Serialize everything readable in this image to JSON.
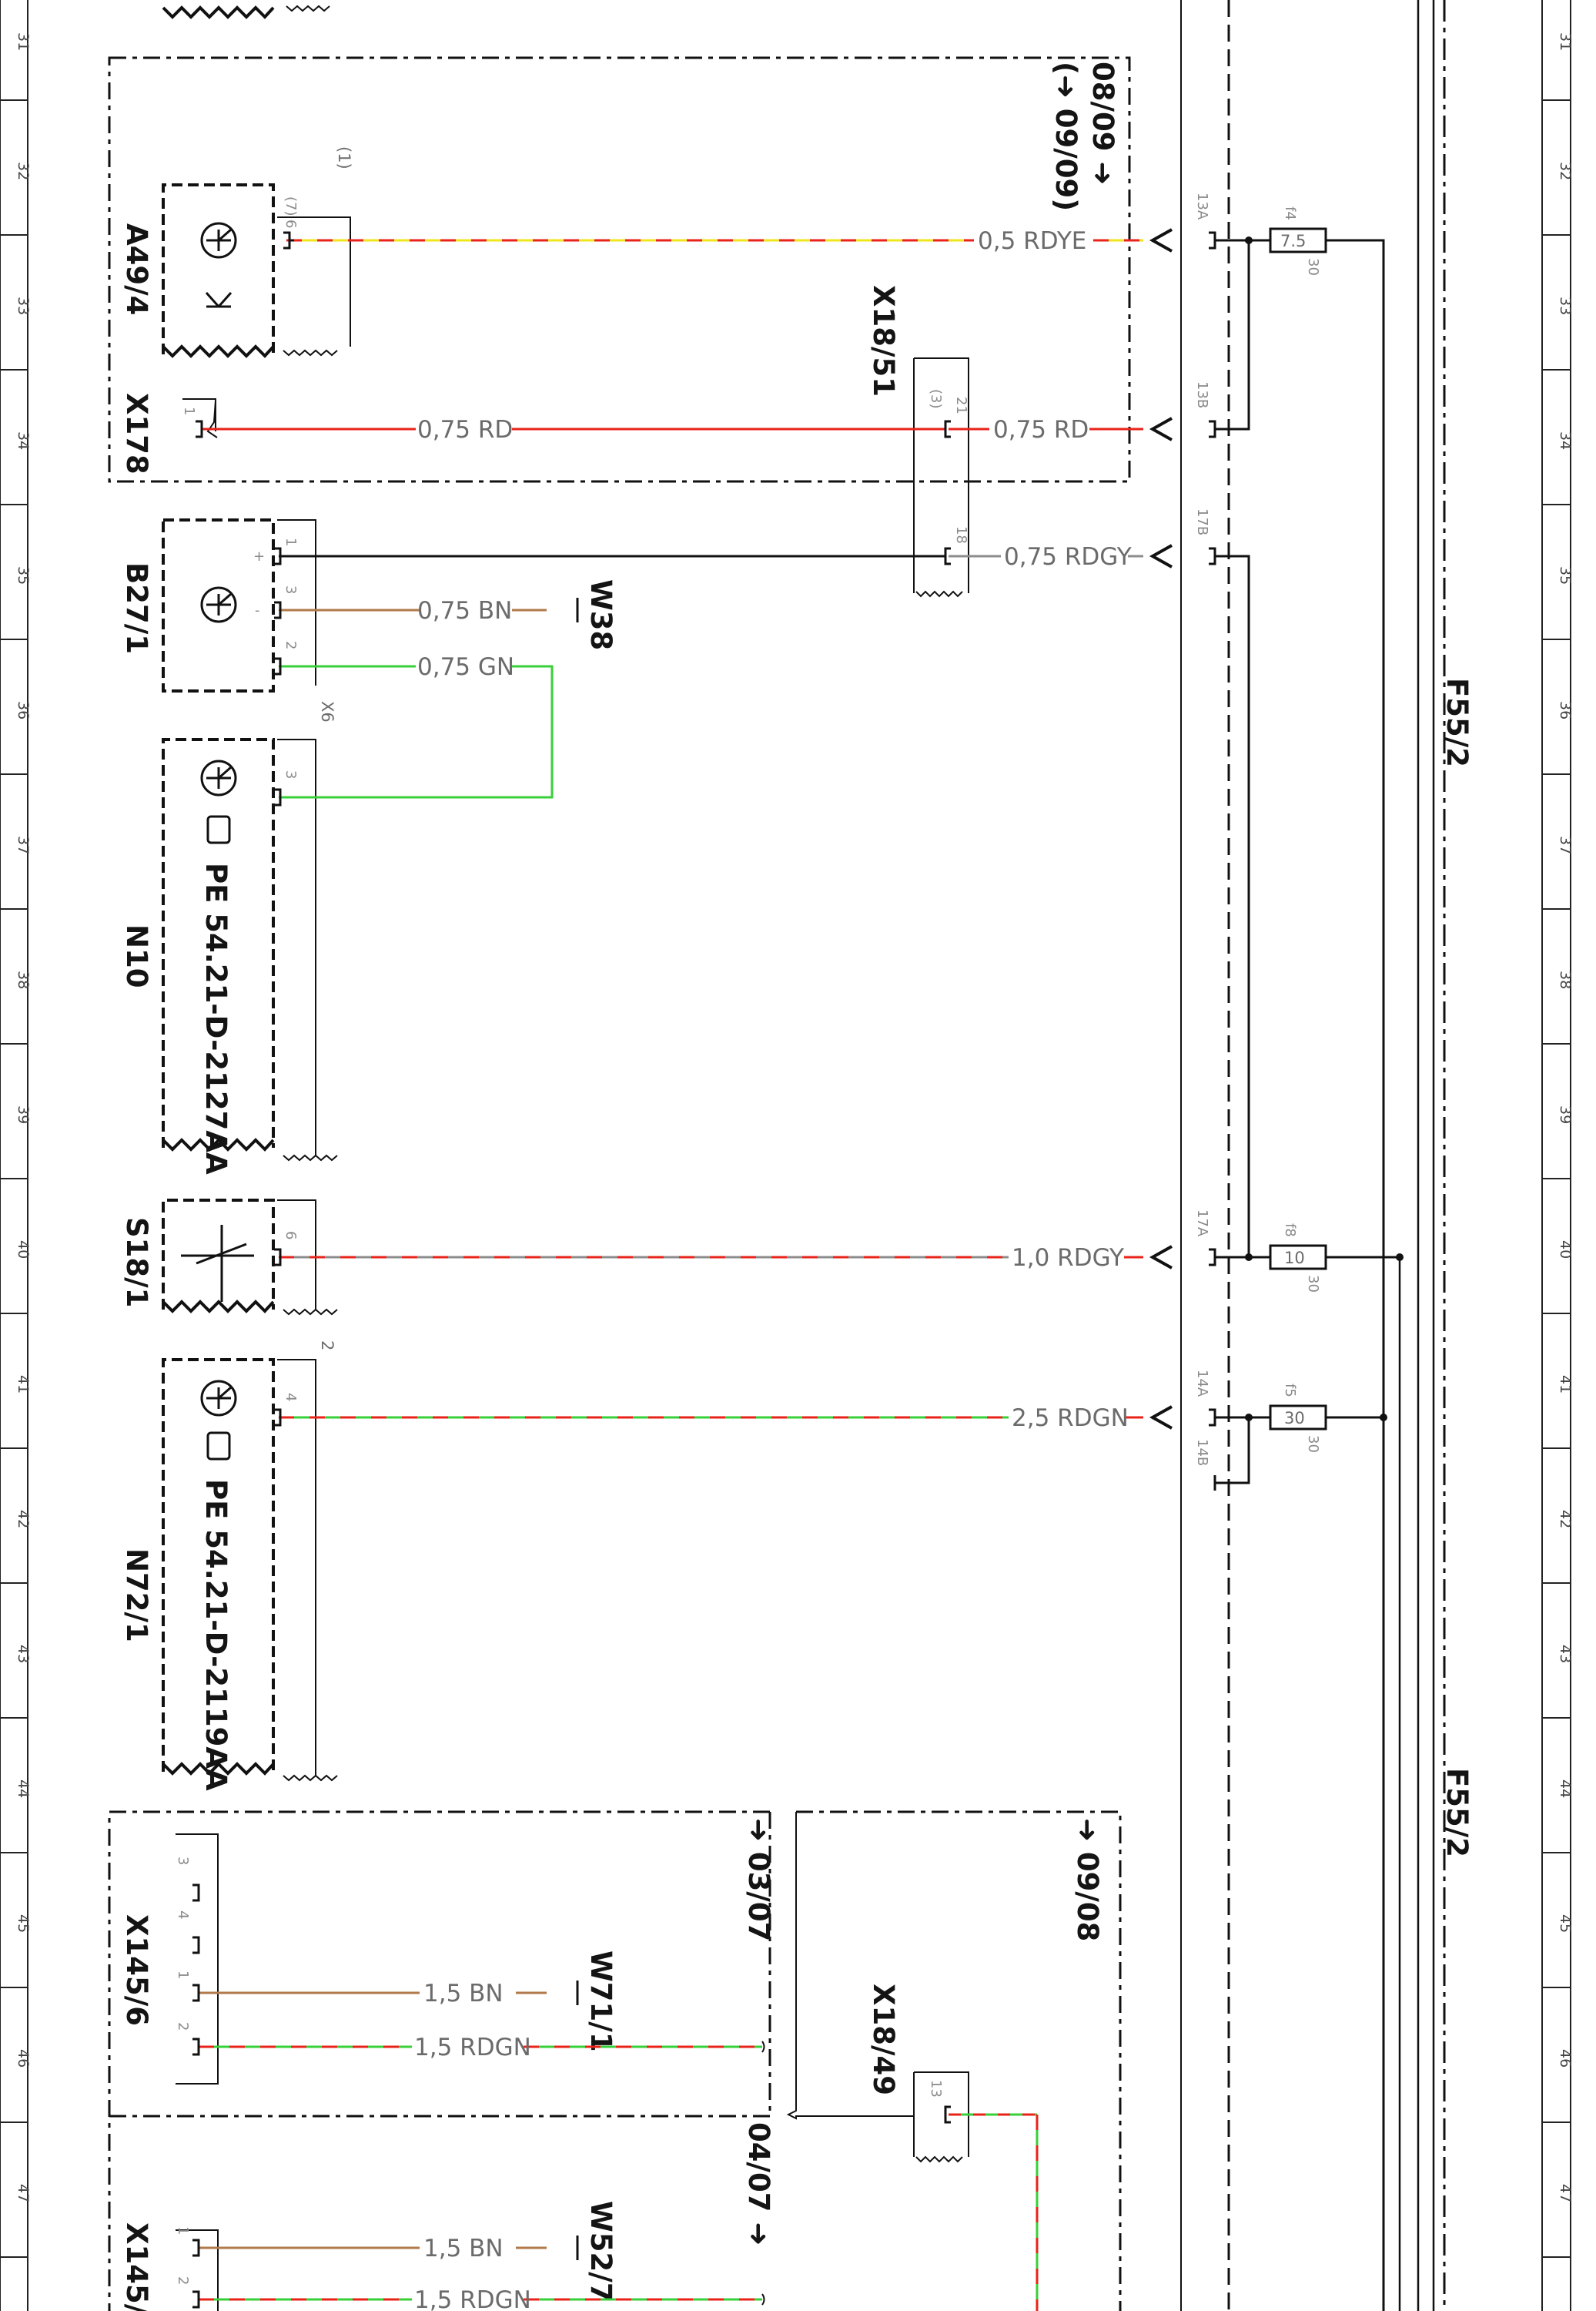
{
  "rulers": {
    "rows": [
      "31",
      "32",
      "33",
      "34",
      "35",
      "36",
      "37",
      "38",
      "39",
      "40",
      "41",
      "42",
      "43",
      "44",
      "45",
      "46",
      "47"
    ]
  },
  "components": {
    "a49_4": {
      "id": "A49/4",
      "pin_main": "6",
      "pin_alt": "(7)",
      "note": "(1)"
    },
    "x178": {
      "id": "X178",
      "pin": "1"
    },
    "x18_51": {
      "id": "X18/51",
      "pin_top": "21",
      "pin_top_alt": "(3)",
      "pin_bot": "18"
    },
    "b27_1": {
      "id": "B27/1",
      "pin1": "1",
      "pin3": "3",
      "pin2": "2",
      "sign_plus": "+",
      "sign_minus": "-"
    },
    "n10": {
      "id": "N10",
      "pin": "3",
      "tag": "X6",
      "pe": "PE 54.21-D-2127AA"
    },
    "s18_1": {
      "id": "S18/1",
      "pin": "6"
    },
    "n72_1": {
      "id": "N72/1",
      "pin": "4",
      "tag": "2",
      "pe": "PE 54.21-D-2119AA"
    },
    "x145_6": {
      "id": "X145/6",
      "pins": [
        "3",
        "4",
        "1",
        "2"
      ]
    },
    "x145_low": {
      "id": "X145/",
      "pins": [
        "1",
        "2"
      ]
    },
    "x18_49": {
      "id": "X18/49",
      "pin": "13"
    },
    "w38": {
      "id": "W38"
    },
    "w71_1": {
      "id": "W71/1"
    },
    "w52_7": {
      "id": "W52/7"
    },
    "f55_2": {
      "id": "F55/2"
    }
  },
  "refs": {
    "r1": "08/09 ➜",
    "r2": "(➜ 09/09)",
    "r3": "➜ 03/07",
    "r4": "➜ 09/08",
    "r5": "04/07 ➜"
  },
  "wires": {
    "w1": "0,5 RDYE",
    "w2": "0,75 RD",
    "w3": "0,75 RD",
    "w4": "0,75 RDGY",
    "w5": "0,75 BN",
    "w6": "0,75 GN",
    "w7": "1,0 RDGY",
    "w8": "2,5 RDGN",
    "w9": "1,5 BN",
    "w10": "1,5 RDGN",
    "w11": "1,5 BN",
    "w12": "1,5 RDGN"
  },
  "terminals": {
    "t13a": "13A",
    "t13b": "13B",
    "t17b": "17B",
    "t17a": "17A",
    "t14a": "14A",
    "t14b": "14B"
  },
  "fuses": {
    "f4": {
      "name": "f4",
      "rating": "7.5",
      "amp": "30"
    },
    "f8": {
      "name": "f8",
      "rating": "10",
      "amp": "30"
    },
    "f5": {
      "name": "f5",
      "rating": "30",
      "amp": "30"
    }
  },
  "colors": {
    "red": "#e8231a",
    "yellow": "#f0e61e",
    "green": "#38d038",
    "brown": "#b07a4a",
    "gray": "#8c8c8c",
    "black": "#111111"
  }
}
